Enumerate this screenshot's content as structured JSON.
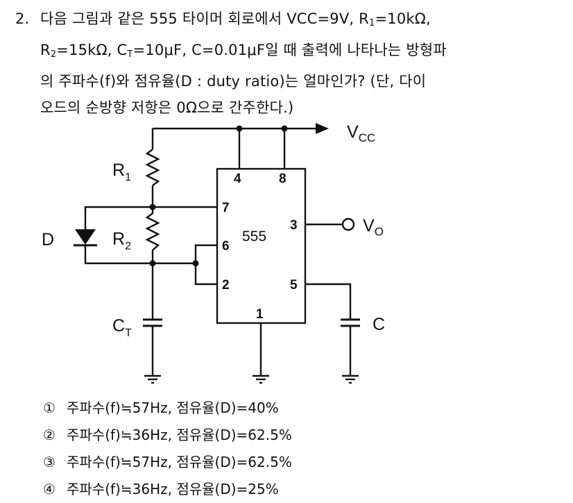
{
  "question": {
    "number": "2.",
    "line1_a": "다음 그림과 같은 555 타이머 회로에서 VCC=9V, R",
    "line1_sub": "1",
    "line1_b": "=10kΩ,",
    "line2_a": "R",
    "line2_sub1": "2",
    "line2_b": "=15kΩ, C",
    "line2_sub2": "T",
    "line2_c": "=10μF, C=0.01μF일 때 출력에 나타나는 방형파",
    "line3": "의 주파수(f)와 점유율(D : duty ratio)는 얼마인가? (단, 다이",
    "line4": "오드의 순방향 저항은 0Ω으로 간주한다.)"
  },
  "circuit": {
    "vcc_label": "V",
    "vcc_sub": "CC",
    "vo_label": "V",
    "vo_sub": "O",
    "r1_label": "R",
    "r1_sub": "1",
    "r2_label": "R",
    "r2_sub": "2",
    "ct_label": "C",
    "ct_sub": "T",
    "c_label": "C",
    "d_label": "D",
    "ic_label": "555",
    "pins": {
      "p4": "4",
      "p8": "8",
      "p7": "7",
      "p6": "6",
      "p2": "2",
      "p3": "3",
      "p5": "5",
      "p1": "1"
    }
  },
  "choices": [
    {
      "mark": "①",
      "text": "주파수(f)≒57Hz, 점유율(D)=40%"
    },
    {
      "mark": "②",
      "text": "주파수(f)≒36Hz, 점유율(D)=62.5%"
    },
    {
      "mark": "③",
      "text": "주파수(f)≒57Hz, 점유율(D)=62.5%"
    },
    {
      "mark": "④",
      "text": "주파수(f)≒36Hz, 점유율(D)=25%"
    }
  ]
}
